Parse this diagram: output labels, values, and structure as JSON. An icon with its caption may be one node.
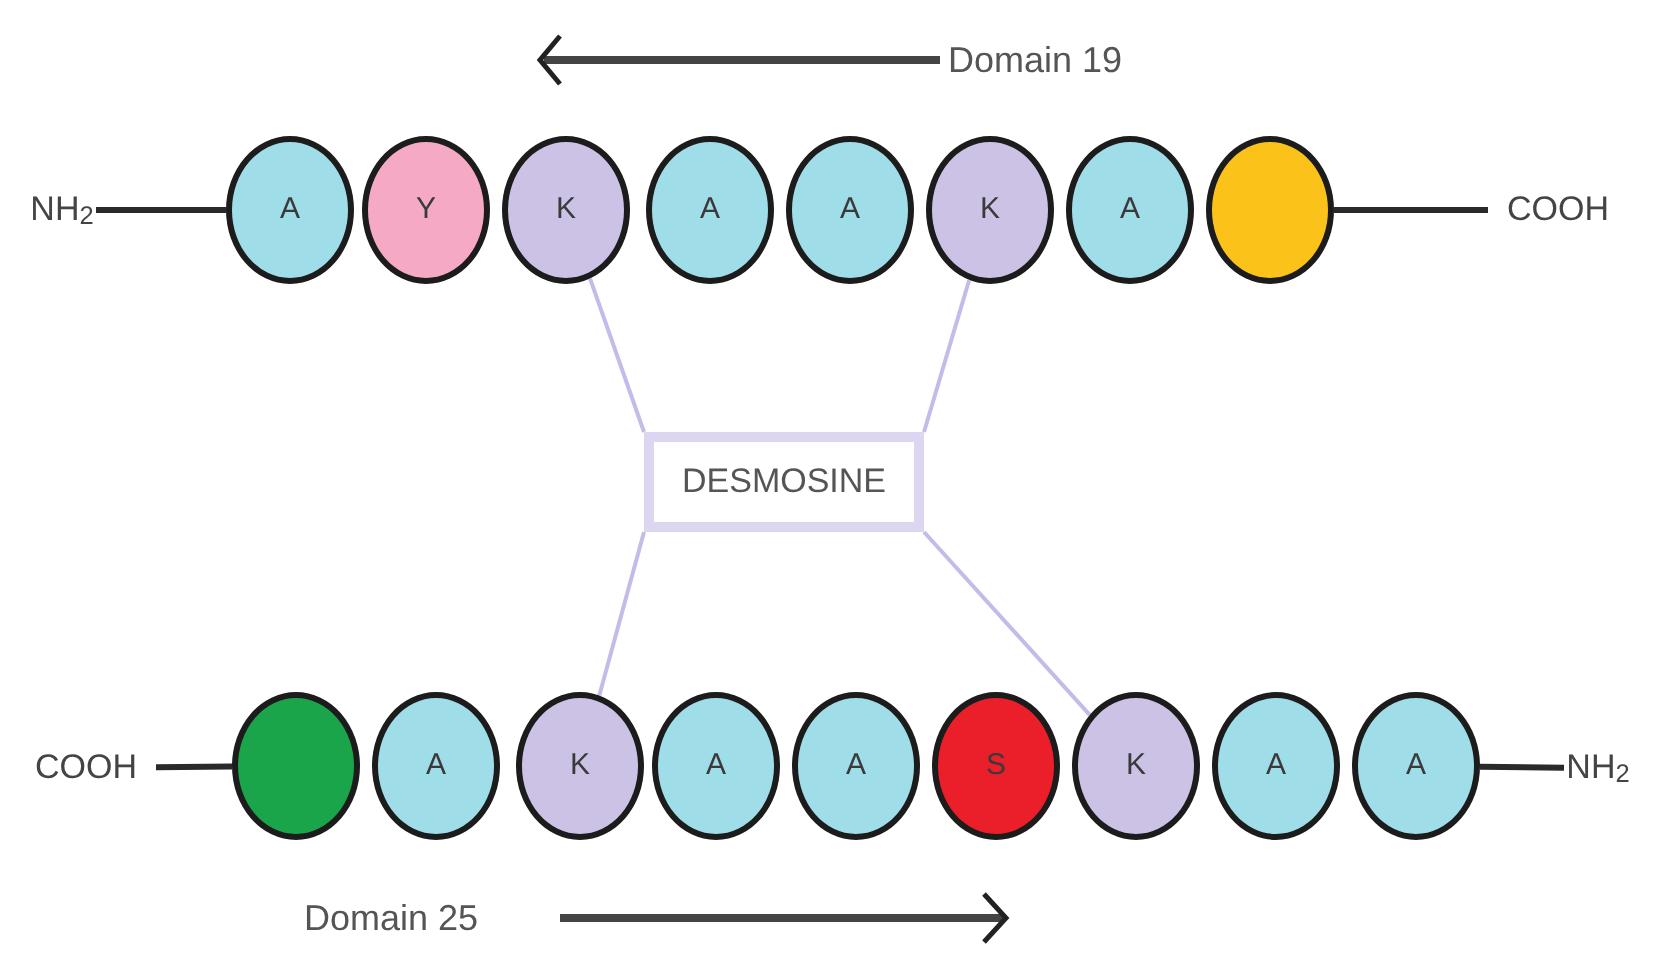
{
  "diagram": {
    "nodes": [
      {
        "text": [
          "NH$_{2}$"
        ]
      },
      {
        "text": [
          "A"
        ]
      },
      {
        "text": [
          "Y"
        ]
      },
      {
        "text": [
          "K"
        ]
      },
      {
        "text": [
          "A"
        ]
      },
      {
        "text": [
          "A"
        ]
      },
      {
        "text": [
          "K"
        ]
      },
      {
        "text": [
          "A"
        ]
      },
      {
        "text": [],
        "shape": "circle"
      },
      {
        "text": [
          "COOH"
        ]
      },
      {
        "text": [
          "DESMOSINE"
        ]
      },
      {
        "text": [
          "COOH"
        ]
      },
      {
        "text": [],
        "shape": "circle"
      },
      {
        "text": [
          "A"
        ]
      },
      {
        "text": [
          "K"
        ]
      },
      {
        "text": [
          "A"
        ]
      },
      {
        "text": [
          "A"
        ]
      },
      {
        "text": [
          "S"
        ]
      },
      {
        "text": [
          "K"
        ]
      },
      {
        "text": [
          "A"
        ]
      },
      {
        "text": [
          "A"
        ]
      },
      {
        "text": [
          "NH$_{2}$"
        ]
      }
    ],
    "edges": [
      {
        "from": 0,
        "to": 1,
        "arrow": "none"
      },
      {
        "from": 8,
        "to": 9,
        "arrow": "none"
      },
      {
        "from": 3,
        "to": 10,
        "arrow": "none",
        "color": "#c4bce8"
      },
      {
        "from": 6,
        "to": 10,
        "arrow": "none",
        "color": "#c4bce8"
      },
      {
        "from": 14,
        "to": 10,
        "arrow": "none",
        "color": "#c4bce8"
      },
      {
        "from": 18,
        "to": 10,
        "arrow": "none",
        "color": "#c4bce8"
      },
      {
        "from": 11,
        "to": 12,
        "arrow": "none"
      },
      {
        "from": 20,
        "to": 21,
        "arrow": "none"
      }
    ],
    "labels": [
      "Domain 19",
      "Domain 25"
    ]
  }
}
